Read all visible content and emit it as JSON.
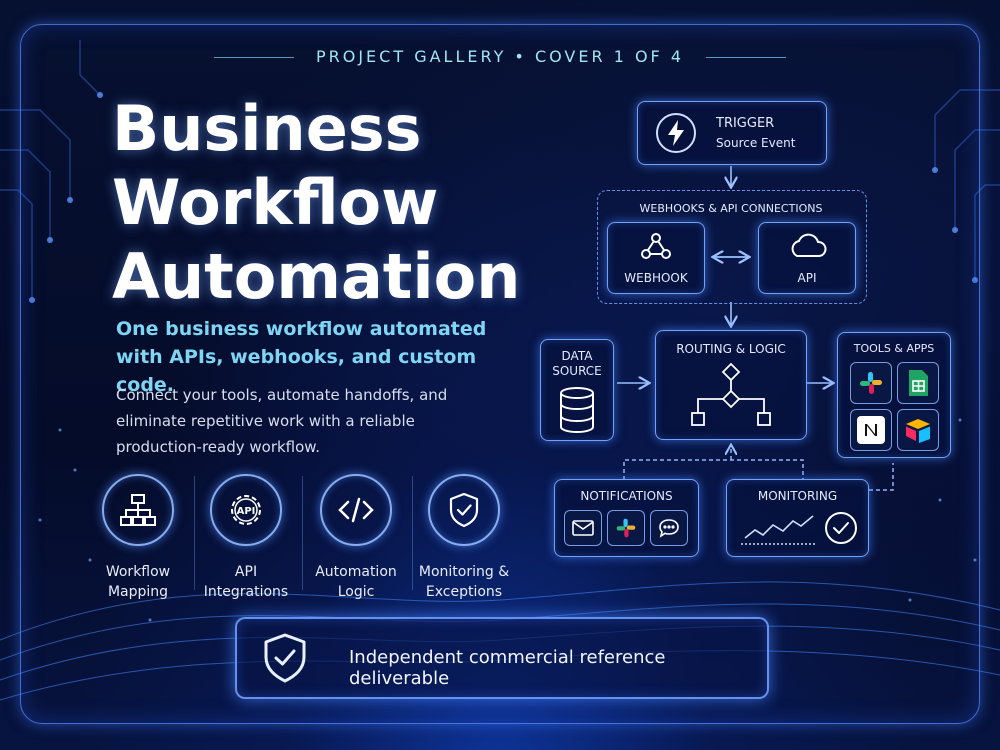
{
  "header": "PROJECT GALLERY • COVER 1 OF 4",
  "title": {
    "line1": "Business",
    "line2": "Workflow",
    "line3": "Automation"
  },
  "subtitle": "One business workflow automated with APIs, webhooks, and custom code.",
  "description": "Connect your tools, automate handoffs, and eliminate repetitive work with a reliable production-ready workflow.",
  "features": [
    {
      "label1": "Workflow",
      "label2": "Mapping",
      "icon": "org-chart-icon"
    },
    {
      "label1": "API",
      "label2": "Integrations",
      "icon": "api-gear-icon",
      "badge": "API"
    },
    {
      "label1": "Automation",
      "label2": "Logic",
      "icon": "code-icon"
    },
    {
      "label1": "Monitoring &",
      "label2": "Exceptions",
      "icon": "shield-check-icon"
    }
  ],
  "banner": {
    "text": "Independent commercial reference deliverable",
    "icon": "shield-check-icon"
  },
  "diagram": {
    "trigger": {
      "title": "TRIGGER",
      "subtitle": "Source Event",
      "icon": "lightning-icon"
    },
    "connections": {
      "title": "WEBHOOKS & API CONNECTIONS",
      "webhook": "WEBHOOK",
      "api": "API"
    },
    "data_source": {
      "line1": "DATA",
      "line2": "SOURCE",
      "icon": "database-icon"
    },
    "routing": {
      "title": "ROUTING & LOGIC",
      "icon": "flowchart-icon"
    },
    "tools": {
      "title": "TOOLS & APPS",
      "apps": [
        "slack-icon",
        "sheets-icon",
        "notion-icon",
        "airtable-icon"
      ]
    },
    "notifications": {
      "title": "NOTIFICATIONS",
      "icons": [
        "mail-icon",
        "slack-icon",
        "chat-icon"
      ]
    },
    "monitoring": {
      "title": "MONITORING",
      "icons": [
        "line-chart-icon",
        "check-circle-icon"
      ]
    }
  },
  "colors": {
    "accent": "#7fd6f4",
    "glow": "#3c7cff",
    "background": "#040a24"
  }
}
